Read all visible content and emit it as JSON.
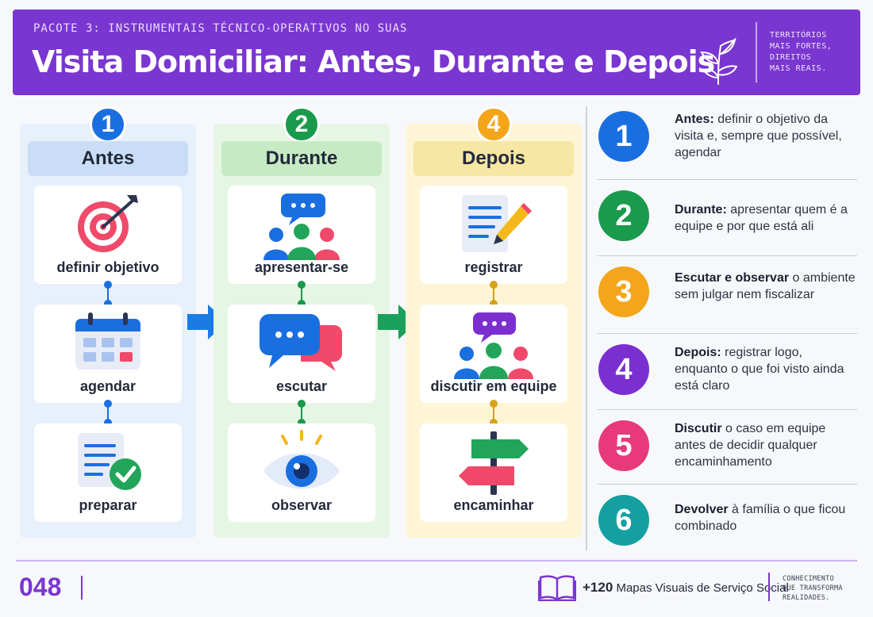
{
  "header": {
    "kicker": "PACOTE 3: INSTRUMENTAIS TÉCNICO-OPERATIVOS NO SUAS",
    "title": "Visita Domiciliar: Antes, Durante e Depois",
    "tagline": [
      "TERRITÓRIOS",
      "MAIS FORTES,",
      "DIREITOS",
      "MAIS REAIS."
    ],
    "icon": "plant-icon"
  },
  "columns": [
    {
      "number": "1",
      "title": "Antes",
      "color": "#1a6fe0",
      "cards": [
        {
          "label": "definir objetivo",
          "icon": "target-icon"
        },
        {
          "label": "agendar",
          "icon": "calendar-icon"
        },
        {
          "label": "preparar",
          "icon": "checklist-icon"
        }
      ]
    },
    {
      "number": "2",
      "title": "Durante",
      "color": "#1a9a4c",
      "cards": [
        {
          "label": "apresentar-se",
          "icon": "group-speech-icon"
        },
        {
          "label": "escutar",
          "icon": "chat-bubbles-icon"
        },
        {
          "label": "observar",
          "icon": "eye-icon"
        }
      ]
    },
    {
      "number": "4",
      "title": "Depois",
      "color": "#f4a51a",
      "cards": [
        {
          "label": "registrar",
          "icon": "document-pencil-icon"
        },
        {
          "label": "discutir em equipe",
          "icon": "team-discussion-icon"
        },
        {
          "label": "encaminhar",
          "icon": "signpost-icon"
        }
      ]
    }
  ],
  "steps": [
    {
      "number": "1",
      "color": "#1a6fe0",
      "bold": "Antes:",
      "text": " definir o objetivo da visita e, sempre que possível, agendar"
    },
    {
      "number": "2",
      "color": "#1a9a4c",
      "bold": "Durante:",
      "text": " apresentar quem é a equipe e por que está ali"
    },
    {
      "number": "3",
      "color": "#f4a51a",
      "bold": "Escutar e observar",
      "text": " o ambiente sem julgar nem fiscalizar"
    },
    {
      "number": "4",
      "color": "#7b2fd0",
      "bold": "Depois:",
      "text": " registrar logo, enquanto o que foi visto ainda está claro"
    },
    {
      "number": "5",
      "color": "#e83a7a",
      "bold": "Discutir",
      "text": " o caso em equipe antes de decidir qualquer encaminhamento"
    },
    {
      "number": "6",
      "color": "#14a0a0",
      "bold": "Devolver",
      "text": " à família o que ficou combinado"
    }
  ],
  "footer": {
    "page": "048",
    "count": "+120",
    "series": "Mapas Visuais de Serviço Social",
    "tagline": [
      "CONHECIMENTO",
      "QUE TRANSFORMA",
      "REALIDADES."
    ],
    "icon": "book-icon"
  }
}
